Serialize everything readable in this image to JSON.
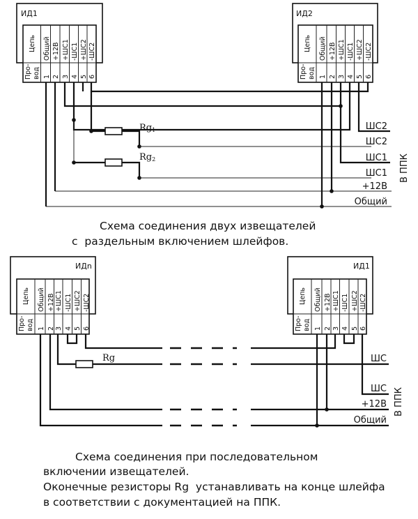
{
  "diagram1": {
    "detector_left": {
      "title": "ИД1",
      "header": {
        "circuit": "Цепь",
        "wire": [
          "Про-",
          "вод"
        ]
      },
      "pins": [
        {
          "num": "1",
          "label": "Общий"
        },
        {
          "num": "2",
          "label": "+12В"
        },
        {
          "num": "3",
          "label": "+ШС1"
        },
        {
          "num": "4",
          "label": "-ШС1"
        },
        {
          "num": "5",
          "label": "+ШС2"
        },
        {
          "num": "6",
          "label": "-ШС2"
        }
      ]
    },
    "detector_right": {
      "title": "ИД2",
      "header": {
        "circuit": "Цепь",
        "wire": [
          "Про-",
          "вод"
        ]
      },
      "pins": [
        {
          "num": "1",
          "label": "Общий"
        },
        {
          "num": "2",
          "label": "+12В"
        },
        {
          "num": "3",
          "label": "+ШС1"
        },
        {
          "num": "4",
          "label": "-ШС1"
        },
        {
          "num": "5",
          "label": "+ШС2"
        },
        {
          "num": "6",
          "label": "-ШС2"
        }
      ]
    },
    "resistors": [
      {
        "name": "Rg",
        "index": "1"
      },
      {
        "name": "Rg",
        "index": "2"
      }
    ],
    "outputs": [
      "ШС2",
      "ШС2",
      "ШС1",
      "ШС1",
      "+12В",
      "Общий"
    ],
    "destination": "В ППК",
    "caption": [
      "Схема соединения двух извещателей",
      "с  раздельным включением шлейфов."
    ]
  },
  "diagram2": {
    "detector_left": {
      "title": "ИДn",
      "header": {
        "circuit": "Цепь",
        "wire": [
          "Про-",
          "вод"
        ]
      },
      "pins": [
        {
          "num": "1",
          "label": "Общий"
        },
        {
          "num": "2",
          "label": "+12В"
        },
        {
          "num": "3",
          "label": "+ШС1"
        },
        {
          "num": "4",
          "label": "-ШС1"
        },
        {
          "num": "5",
          "label": "+ШС2"
        },
        {
          "num": "6",
          "label": "-ШС2"
        }
      ]
    },
    "detector_right": {
      "title": "ИД1",
      "header": {
        "circuit": "Цепь",
        "wire": [
          "Про-",
          "вод"
        ]
      },
      "pins": [
        {
          "num": "1",
          "label": "Общий"
        },
        {
          "num": "2",
          "label": "+12В"
        },
        {
          "num": "3",
          "label": "+ШС1"
        },
        {
          "num": "4",
          "label": "-ШС1"
        },
        {
          "num": "5",
          "label": "+ШС2"
        },
        {
          "num": "6",
          "label": "-ШС2"
        }
      ]
    },
    "resistor": {
      "name": "Rg"
    },
    "outputs": [
      "ШС",
      "ШС",
      "+12В",
      "Общий"
    ],
    "destination": "В ППК",
    "caption": [
      "Схема соединения при последовательном",
      "включении извещателей.",
      "Оконечные резисторы Rg  устанавливать на конце шлейфа",
      "в соответствии с документацией на ППК."
    ]
  }
}
